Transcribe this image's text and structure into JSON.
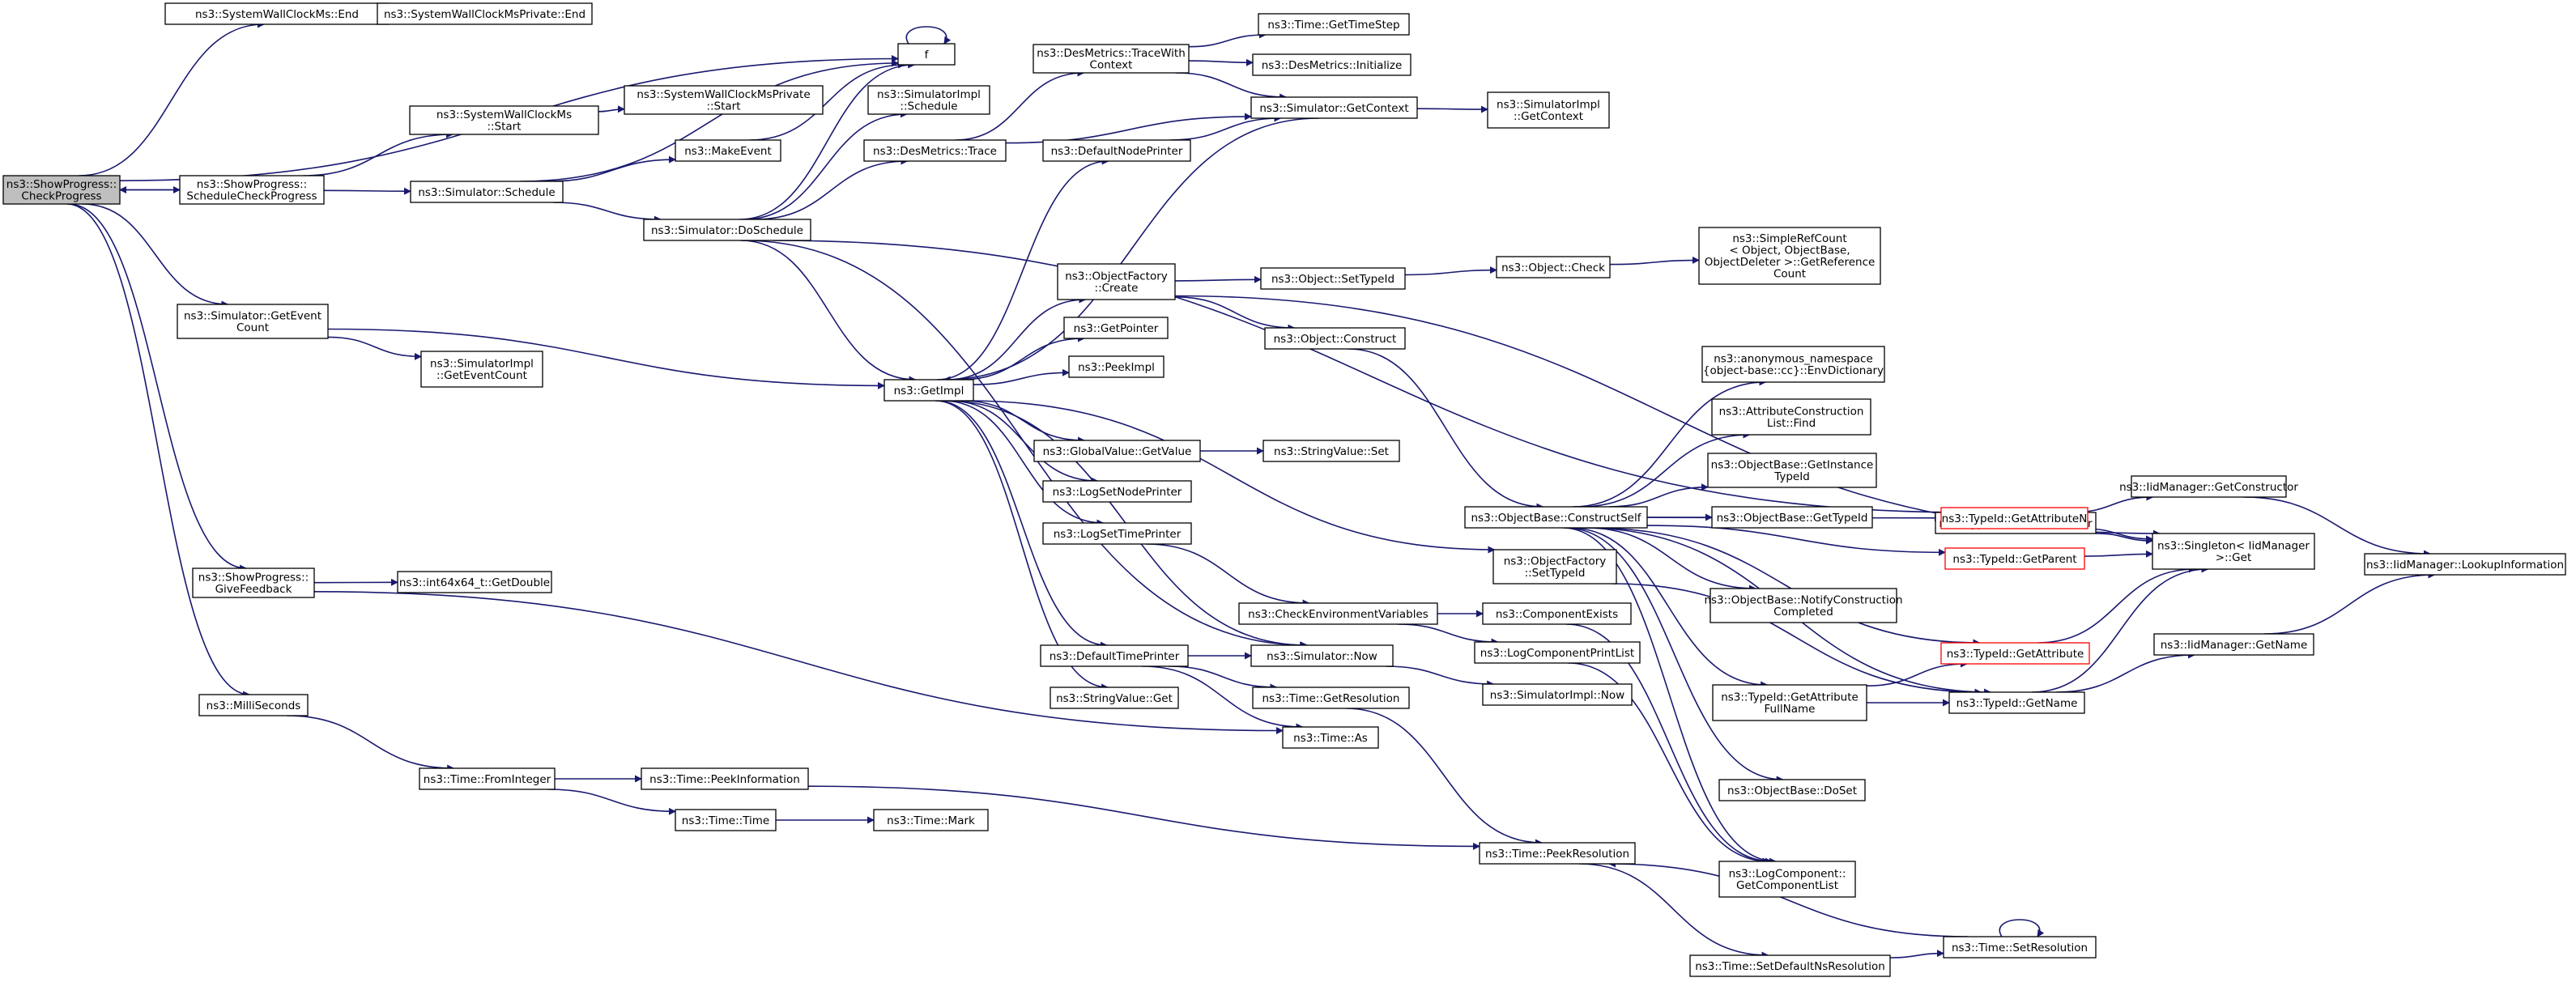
{
  "nodes": {
    "root": [
      "ns3::ShowProgress::",
      "CheckProgress"
    ],
    "swEnd": [
      "ns3::SystemWallClockMs::End"
    ],
    "swpEnd": [
      "ns3::SystemWallClockMsPrivate::End"
    ],
    "f": [
      "f"
    ],
    "schedCheck": [
      "ns3::ShowProgress::",
      "ScheduleCheckProgress"
    ],
    "swStart": [
      "ns3::SystemWallClockMs",
      "::Start"
    ],
    "swpStart": [
      "ns3::SystemWallClockMsPrivate",
      "::Start"
    ],
    "makeEvent": [
      "ns3::MakeEvent"
    ],
    "simSchedule": [
      "ns3::Simulator::Schedule"
    ],
    "simImplSchedule": [
      "ns3::SimulatorImpl",
      "::Schedule"
    ],
    "doSchedule": [
      "ns3::Simulator::DoSchedule"
    ],
    "desTraceCtx": [
      "ns3::DesMetrics::TraceWith",
      "Context"
    ],
    "desTrace": [
      "ns3::DesMetrics::Trace"
    ],
    "getTimeStep": [
      "ns3::Time::GetTimeStep"
    ],
    "desInit": [
      "ns3::DesMetrics::Initialize"
    ],
    "simGetContext": [
      "ns3::Simulator::GetContext"
    ],
    "simImplGetContext": [
      "ns3::SimulatorImpl",
      "::GetContext"
    ],
    "defNodePrinter": [
      "ns3::DefaultNodePrinter"
    ],
    "getEventCount": [
      "ns3::Simulator::GetEvent",
      "Count"
    ],
    "implGetEventCount": [
      "ns3::SimulatorImpl",
      "::GetEventCount"
    ],
    "getImpl": [
      "ns3::GetImpl"
    ],
    "objFactoryCreate": [
      "ns3::ObjectFactory",
      "::Create"
    ],
    "setTypeId": [
      "ns3::Object::SetTypeId"
    ],
    "objCheck": [
      "ns3::Object::Check"
    ],
    "refCount": [
      "ns3::SimpleRefCount",
      "< Object, ObjectBase,",
      "ObjectDeleter >::GetReference",
      "Count"
    ],
    "getPointer": [
      "ns3::GetPointer"
    ],
    "objConstruct": [
      "ns3::Object::Construct"
    ],
    "peekImpl": [
      "ns3::PeekImpl"
    ],
    "envDict": [
      "ns3::anonymous_namespace",
      "{object-base::cc}::EnvDictionary"
    ],
    "attrFind": [
      "ns3::AttributeConstruction",
      "List::Find"
    ],
    "gvGetValue": [
      "ns3::GlobalValue::GetValue"
    ],
    "svSet": [
      "ns3::StringValue::Set"
    ],
    "getInstTid": [
      "ns3::ObjectBase::GetInstance",
      "TypeId"
    ],
    "logSetNode": [
      "ns3::LogSetNodePrinter"
    ],
    "constructSelf": [
      "ns3::ObjectBase::ConstructSelf"
    ],
    "obGetTypeId": [
      "ns3::ObjectBase::GetTypeId"
    ],
    "tidGetCtor": [
      "ns3::TypeId::GetConstructor"
    ],
    "iidGetCtor": [
      "ns3::IidManager::GetConstructor"
    ],
    "tidGetAttrN": [
      "ns3::TypeId::GetAttributeN"
    ],
    "logSetTime": [
      "ns3::LogSetTimePrinter"
    ],
    "ofSetTypeId": [
      "ns3::ObjectFactory",
      "::SetTypeId"
    ],
    "tidGetParent": [
      "ns3::TypeId::GetParent"
    ],
    "singletonGet": [
      "ns3::Singleton< IidManager",
      ">::Get"
    ],
    "iidLookup": [
      "ns3::IidManager::LookupInformation"
    ],
    "giveFeedback": [
      "ns3::ShowProgress::",
      "GiveFeedback"
    ],
    "getDouble": [
      "ns3::int64x64_t::GetDouble"
    ],
    "notifyComp": [
      "ns3::ObjectBase::NotifyConstruction",
      "Completed"
    ],
    "checkEnv": [
      "ns3::CheckEnvironmentVariables"
    ],
    "compExists": [
      "ns3::ComponentExists"
    ],
    "logCompPrint": [
      "ns3::LogComponentPrintList"
    ],
    "defTimePrinter": [
      "ns3::DefaultTimePrinter"
    ],
    "simNow": [
      "ns3::Simulator::Now"
    ],
    "tidGetAttr": [
      "ns3::TypeId::GetAttribute"
    ],
    "iidGetName": [
      "ns3::IidManager::GetName"
    ],
    "milli": [
      "ns3::MilliSeconds"
    ],
    "svGet": [
      "ns3::StringValue::Get"
    ],
    "timeGetRes": [
      "ns3::Time::GetResolution"
    ],
    "simImplNow": [
      "ns3::SimulatorImpl::Now"
    ],
    "tidGetAttrFull": [
      "ns3::TypeId::GetAttribute",
      "FullName"
    ],
    "tidGetName": [
      "ns3::TypeId::GetName"
    ],
    "timeAs": [
      "ns3::Time::As"
    ],
    "fromInteger": [
      "ns3::Time::FromInteger"
    ],
    "peekInfo": [
      "ns3::Time::PeekInformation"
    ],
    "obDoSet": [
      "ns3::ObjectBase::DoSet"
    ],
    "timeTime": [
      "ns3::Time::Time"
    ],
    "timeMark": [
      "ns3::Time::Mark"
    ],
    "peekRes": [
      "ns3::Time::PeekResolution"
    ],
    "logCompGetList": [
      "ns3::LogComponent::",
      "GetComponentList"
    ],
    "setRes": [
      "ns3::Time::SetResolution"
    ],
    "setDefNsRes": [
      "ns3::Time::SetDefaultNsResolution"
    ]
  },
  "colors": {
    "edge": "#191970",
    "border": "#000000",
    "root_fill": "#bfbfbf",
    "truncated_border": "#ff0000",
    "background": "#ffffff"
  }
}
